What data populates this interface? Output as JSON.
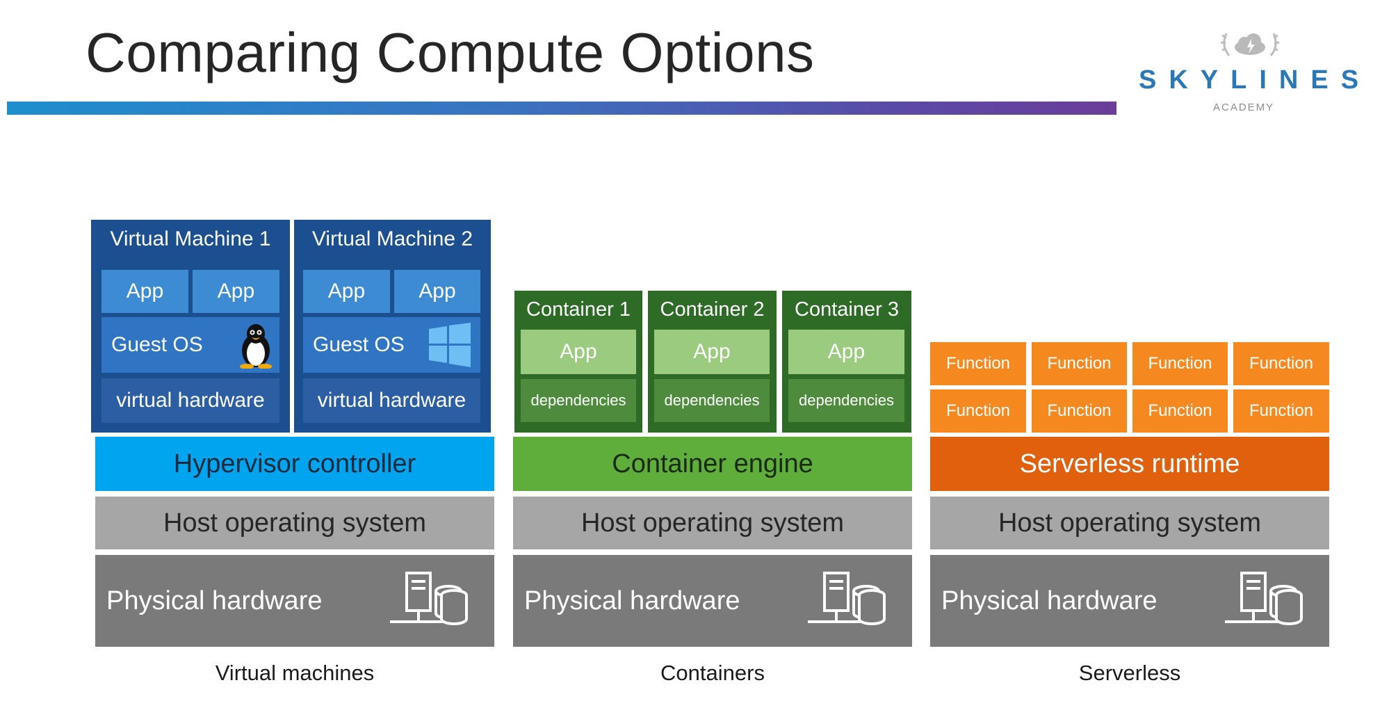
{
  "header": {
    "title": "Comparing Compute Options"
  },
  "logo": {
    "wordmark": "SKYLINES",
    "subtitle": "ACADEMY"
  },
  "vm": {
    "label": "Virtual machines",
    "machines": [
      {
        "title": "Virtual Machine 1",
        "apps": [
          "App",
          "App"
        ],
        "guest_os": "Guest OS",
        "os_icon": "linux-penguin-icon",
        "virtual_hardware": "virtual hardware"
      },
      {
        "title": "Virtual Machine 2",
        "apps": [
          "App",
          "App"
        ],
        "guest_os": "Guest OS",
        "os_icon": "windows-logo-icon",
        "virtual_hardware": "virtual hardware"
      }
    ],
    "controller": "Hypervisor controller",
    "host_os": "Host operating system",
    "hardware": "Physical hardware"
  },
  "containers": {
    "label": "Containers",
    "items": [
      {
        "title": "Container 1",
        "app": "App",
        "deps": "dependencies"
      },
      {
        "title": "Container 2",
        "app": "App",
        "deps": "dependencies"
      },
      {
        "title": "Container 3",
        "app": "App",
        "deps": "dependencies"
      }
    ],
    "engine": "Container engine",
    "host_os": "Host operating system",
    "hardware": "Physical hardware"
  },
  "serverless": {
    "label": "Serverless",
    "functions": [
      "Function",
      "Function",
      "Function",
      "Function",
      "Function",
      "Function",
      "Function",
      "Function"
    ],
    "runtime": "Serverless runtime",
    "host_os": "Host operating system",
    "hardware": "Physical hardware"
  },
  "colors": {
    "hypervisor": "#00a4ef",
    "container_engine": "#5fae3c",
    "serverless_runtime": "#e0600d",
    "host_os": "#a6a6a6",
    "hardware": "#7a7a7a",
    "vm_frame": "#1b4f8f",
    "container_frame": "#2d6b26",
    "function": "#f5891f"
  },
  "icons": {
    "hardware": "server-database-icon",
    "logo": "cloud-laurel-icon"
  }
}
